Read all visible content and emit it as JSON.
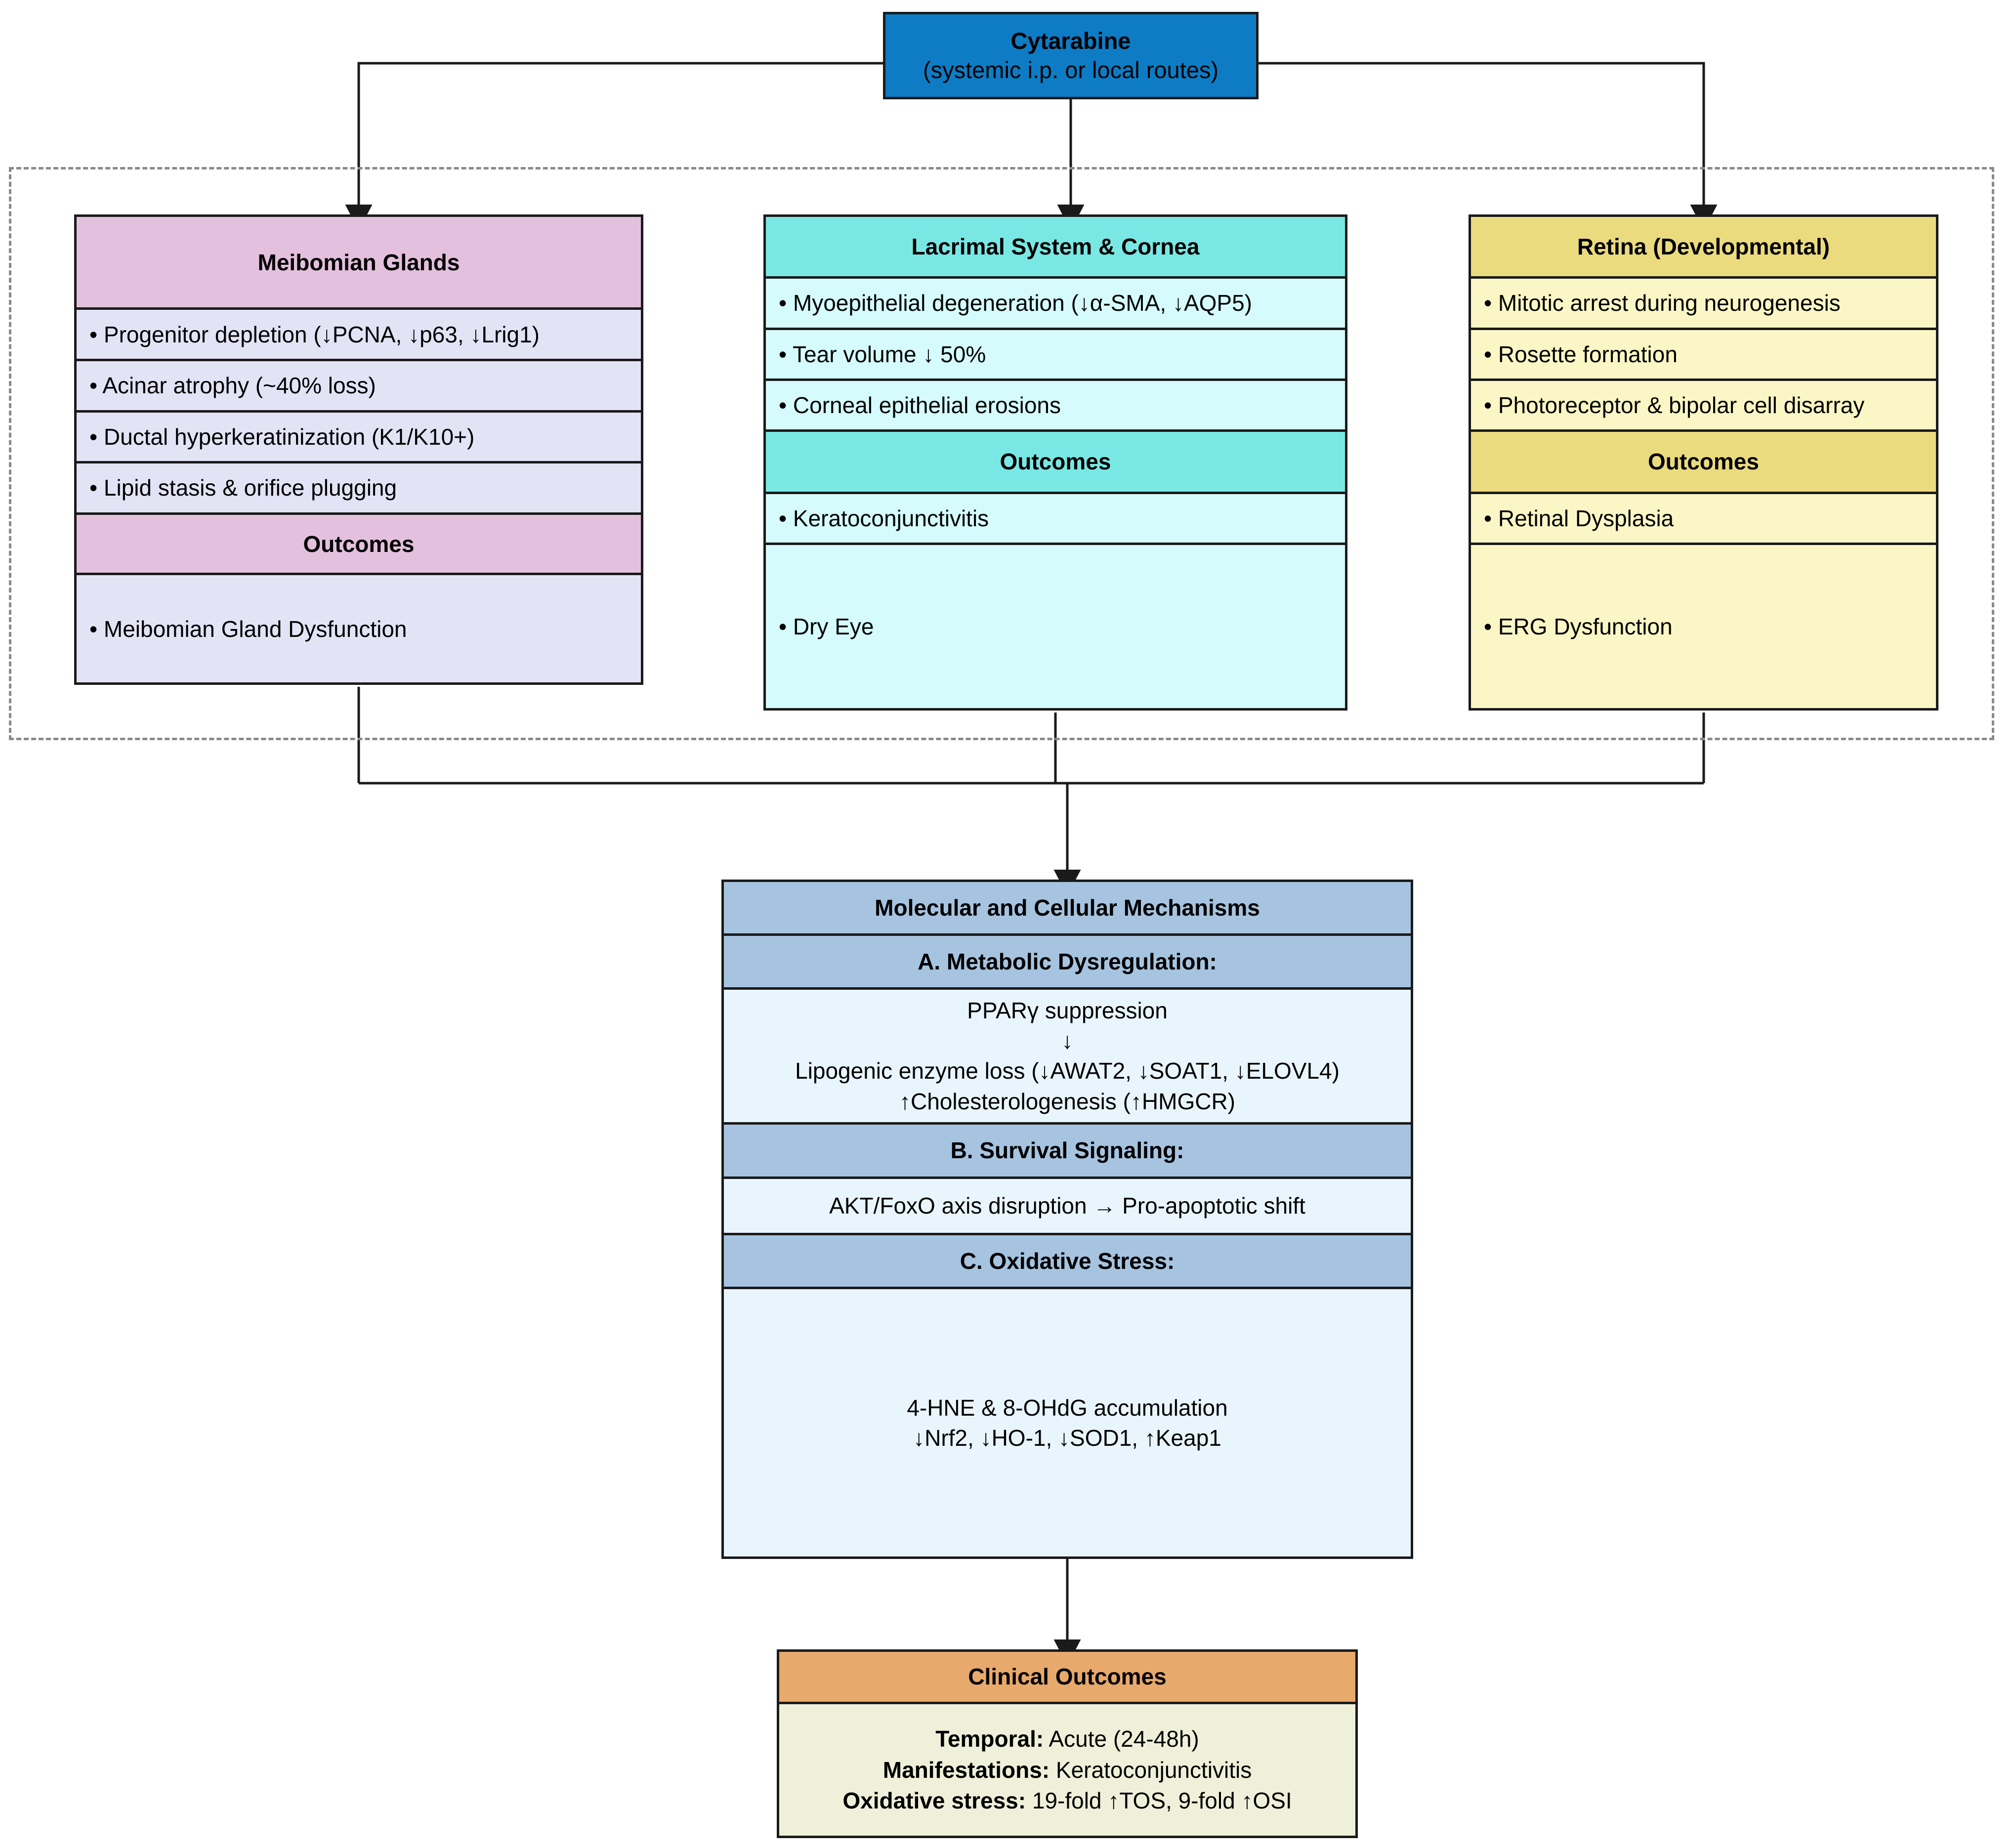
{
  "drug": {
    "name": "Cytarabine",
    "route": "(systemic i.p. or local routes)",
    "color": "#0d7cc4"
  },
  "ocular_group": {
    "frame_style": "dashed",
    "frame_color": "#8a8a8a",
    "columns": [
      {
        "id": "meibomian-glands",
        "title": "Meibomian Glands",
        "header_color": "#e3c0dd",
        "body_color": "#e3e3f6",
        "findings": [
          "• Progenitor depletion (↓PCNA, ↓p63, ↓Lrig1)",
          "• Acinar atrophy (~40% loss)",
          "• Ductal hyperkeratinization (K1/K10+)",
          "• Lipid stasis & orifice plugging"
        ],
        "outcomes_label": "Outcomes",
        "outcomes": [
          "• Meibomian Gland Dysfunction"
        ]
      },
      {
        "id": "lacrimal-system-cornea",
        "title": "Lacrimal System & Cornea",
        "header_color": "#79e8e4",
        "body_color": "#d5fbfc",
        "findings": [
          "• Myoepithelial degeneration (↓α-SMA, ↓AQP5)",
          "• Tear volume ↓ 50%",
          "• Corneal epithelial erosions"
        ],
        "outcomes_label": "Outcomes",
        "outcomes": [
          "• Keratoconjunctivitis",
          "• Dry Eye"
        ]
      },
      {
        "id": "retina-developmental",
        "title": "Retina (Developmental)",
        "header_color": "#ebdb7f",
        "body_color": "#fbf6c5",
        "findings": [
          "• Mitotic arrest during neurogenesis",
          "• Rosette formation",
          "• Photoreceptor & bipolar cell disarray"
        ],
        "outcomes_label": "Outcomes",
        "outcomes": [
          "• Retinal Dysplasia",
          "• ERG Dysfunction"
        ]
      }
    ]
  },
  "mechanisms": {
    "title": "Molecular and Cellular Mechanisms",
    "header_color": "#a6c4e0",
    "body_color": "#e9f5fd",
    "sections": [
      {
        "id": "metabolic-dysregulation",
        "label": "A. Metabolic Dysregulation:",
        "lines": [
          "PPARγ suppression",
          "↓",
          "Lipogenic enzyme loss (↓AWAT2, ↓SOAT1, ↓ELOVL4)",
          "↑Cholesterologenesis (↑HMGCR)"
        ]
      },
      {
        "id": "survival-signaling",
        "label": "B. Survival Signaling:",
        "lines": [
          "AKT/FoxO axis disruption → Pro-apoptotic shift"
        ]
      },
      {
        "id": "oxidative-stress",
        "label": "C. Oxidative Stress:",
        "lines": [
          "4-HNE & 8-OHdG accumulation",
          "↓Nrf2, ↓HO-1, ↓SOD1, ↑Keap1"
        ]
      }
    ]
  },
  "clinical": {
    "title": "Clinical Outcomes",
    "header_color": "#e8a96c",
    "body_color": "#eff0d9",
    "rows": [
      {
        "label": "Temporal:",
        "value": " Acute (24-48h)"
      },
      {
        "label": "Manifestations:",
        "value": " Keratoconjunctivitis"
      },
      {
        "label": "Oxidative stress:",
        "value": " 19-fold ↑TOS, 9-fold ↑OSI"
      }
    ]
  },
  "connectors": {
    "arrow_color": "#1a1a1a",
    "edges": [
      "cytarabine-to-meibomian",
      "cytarabine-to-lacrimal",
      "cytarabine-to-retina",
      "ocular-columns-to-mechanisms",
      "mechanisms-to-clinical"
    ]
  }
}
